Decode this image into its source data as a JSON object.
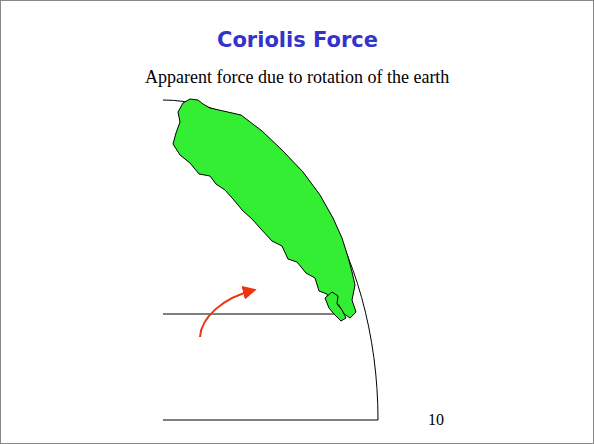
{
  "diagram": {
    "title": "Coriolis Force",
    "labels": [
      "Apparent force due to rotation of the earth",
      "10"
    ]
  }
}
